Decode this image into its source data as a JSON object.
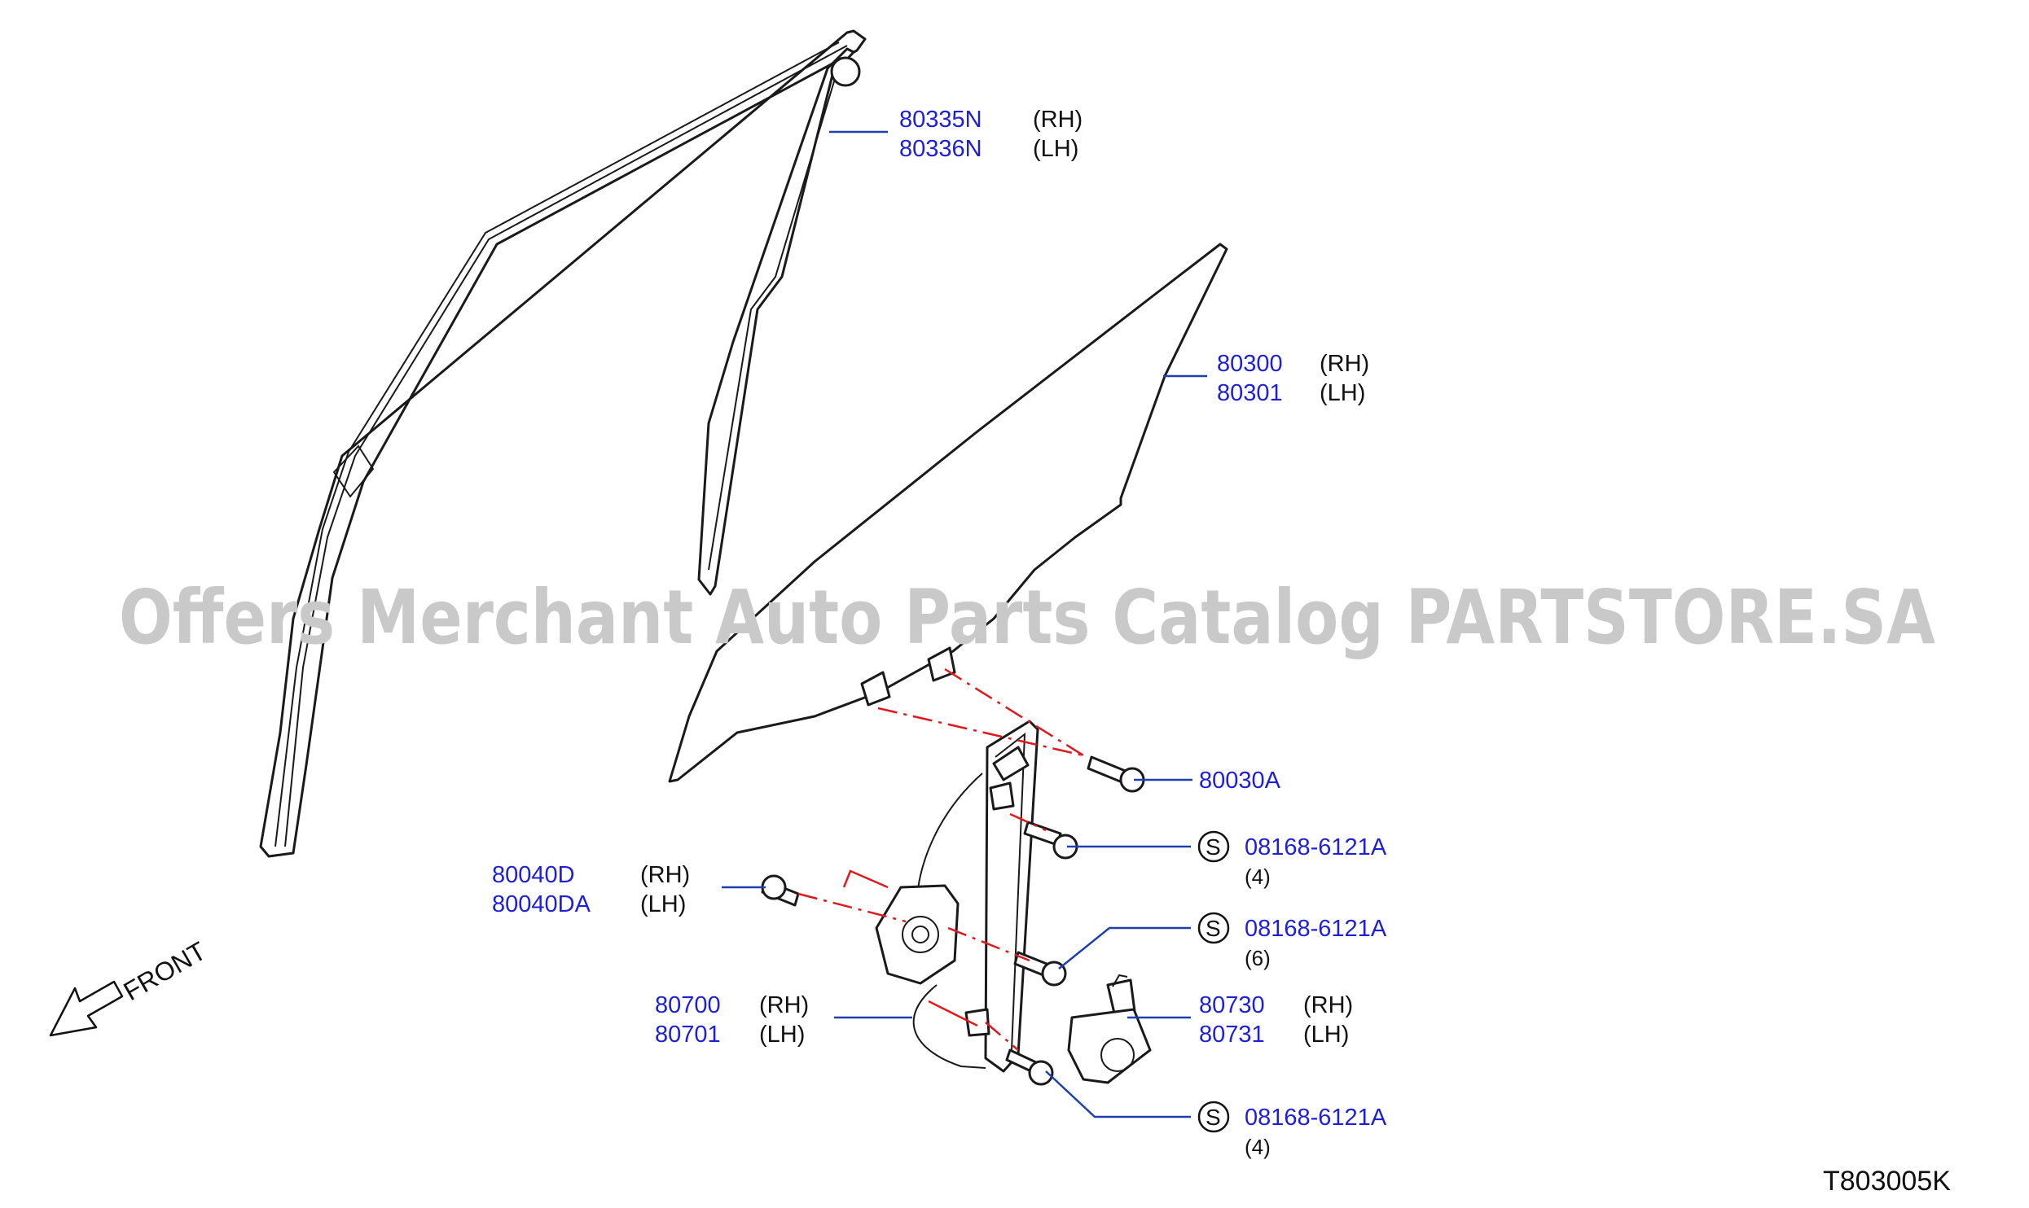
{
  "watermark": "Offers Merchant Auto Parts Catalog PARTSTORE.SA",
  "diagram_code": "T803005K",
  "front_label": "FRONT",
  "colors": {
    "part_number": "#1f1fd8",
    "leader": "#1f3fb0",
    "alignment": "#e0191e",
    "watermark": "#c9c9c9"
  },
  "callouts": [
    {
      "id": "sash",
      "rows": [
        {
          "pn": "80335N",
          "side": "(RH)"
        },
        {
          "pn": "80336N",
          "side": "(LH)"
        }
      ]
    },
    {
      "id": "glass",
      "rows": [
        {
          "pn": "80300",
          "side": "(RH)"
        },
        {
          "pn": "80301",
          "side": "(LH)"
        }
      ]
    },
    {
      "id": "glass-bolt",
      "pn": "80030A"
    },
    {
      "id": "bolt-a",
      "symbol": "S",
      "pn": "08168-6121A",
      "qty": "(4)"
    },
    {
      "id": "pivot",
      "rows": [
        {
          "pn": "80040D",
          "side": "(RH)"
        },
        {
          "pn": "80040DA",
          "side": "(LH)"
        }
      ]
    },
    {
      "id": "bolt-b",
      "symbol": "S",
      "pn": "08168-6121A",
      "qty": "(6)"
    },
    {
      "id": "regulator",
      "rows": [
        {
          "pn": "80700",
          "side": "(RH)"
        },
        {
          "pn": "80701",
          "side": "(LH)"
        }
      ]
    },
    {
      "id": "motor",
      "rows": [
        {
          "pn": "80730",
          "side": "(RH)"
        },
        {
          "pn": "80731",
          "side": "(LH)"
        }
      ]
    },
    {
      "id": "bolt-c",
      "symbol": "S",
      "pn": "08168-6121A",
      "qty": "(4)"
    }
  ]
}
